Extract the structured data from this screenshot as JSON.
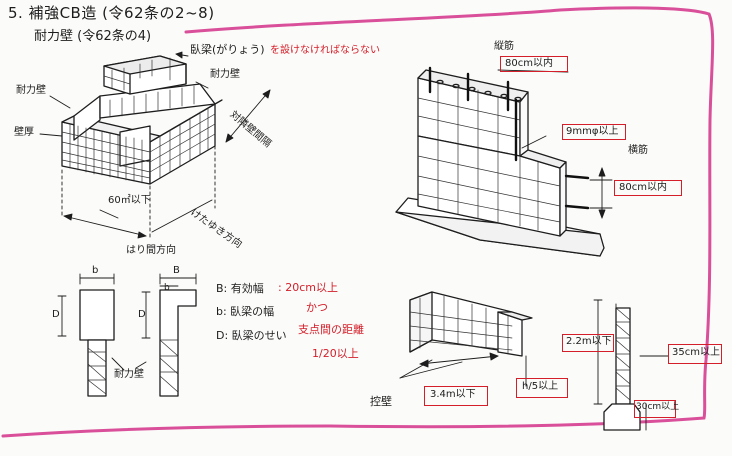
{
  "title": "5. 補強CB造 (令62条の2~8)",
  "subtitle": "耐力壁 (令62条の4)",
  "colors": {
    "ink": "#1d1d1d",
    "red": "#d41f2a",
    "frame": "#d94f9a",
    "paper": "#fbfbf9"
  },
  "fig1": {
    "ring_beam_label": "臥梁(がりょう)",
    "ring_beam_note": "を設けなければならない",
    "wall_left": "耐力壁",
    "wall_right": "耐力壁",
    "wall_thickness": "壁厚",
    "area": "60㎡以下",
    "spacing": "対隣壁間隔",
    "span_dir": "けたゆき方向",
    "beam_dir": "はり間方向"
  },
  "fig2": {
    "vertical_bar": "縦筋",
    "vertical_spacing": "80cm以内",
    "diameter": "9mmφ以上",
    "horizontal_bar": "横筋",
    "horizontal_spacing": "80cm以内"
  },
  "fig3": {
    "label_b_top": "b",
    "label_B": "B",
    "label_b": "b",
    "label_D": "D",
    "label_D2": "D",
    "wall_label": "耐力壁"
  },
  "legend": {
    "b_label": "B: 有効幅",
    "b_value": ": 20cm以上",
    "w_label": "b: 臥梁の幅",
    "w_value": "かつ",
    "d_label": "D: 臥梁のせい",
    "d_value": "支点間の距離",
    "d_ratio": "1/20以上"
  },
  "fig4": {
    "buttress": "控壁",
    "length": "3.4m以下",
    "ratio": "h/5以上"
  },
  "fig5": {
    "height": "2.2m以下",
    "thickness": "35cm以上",
    "base": "30cm以上"
  }
}
